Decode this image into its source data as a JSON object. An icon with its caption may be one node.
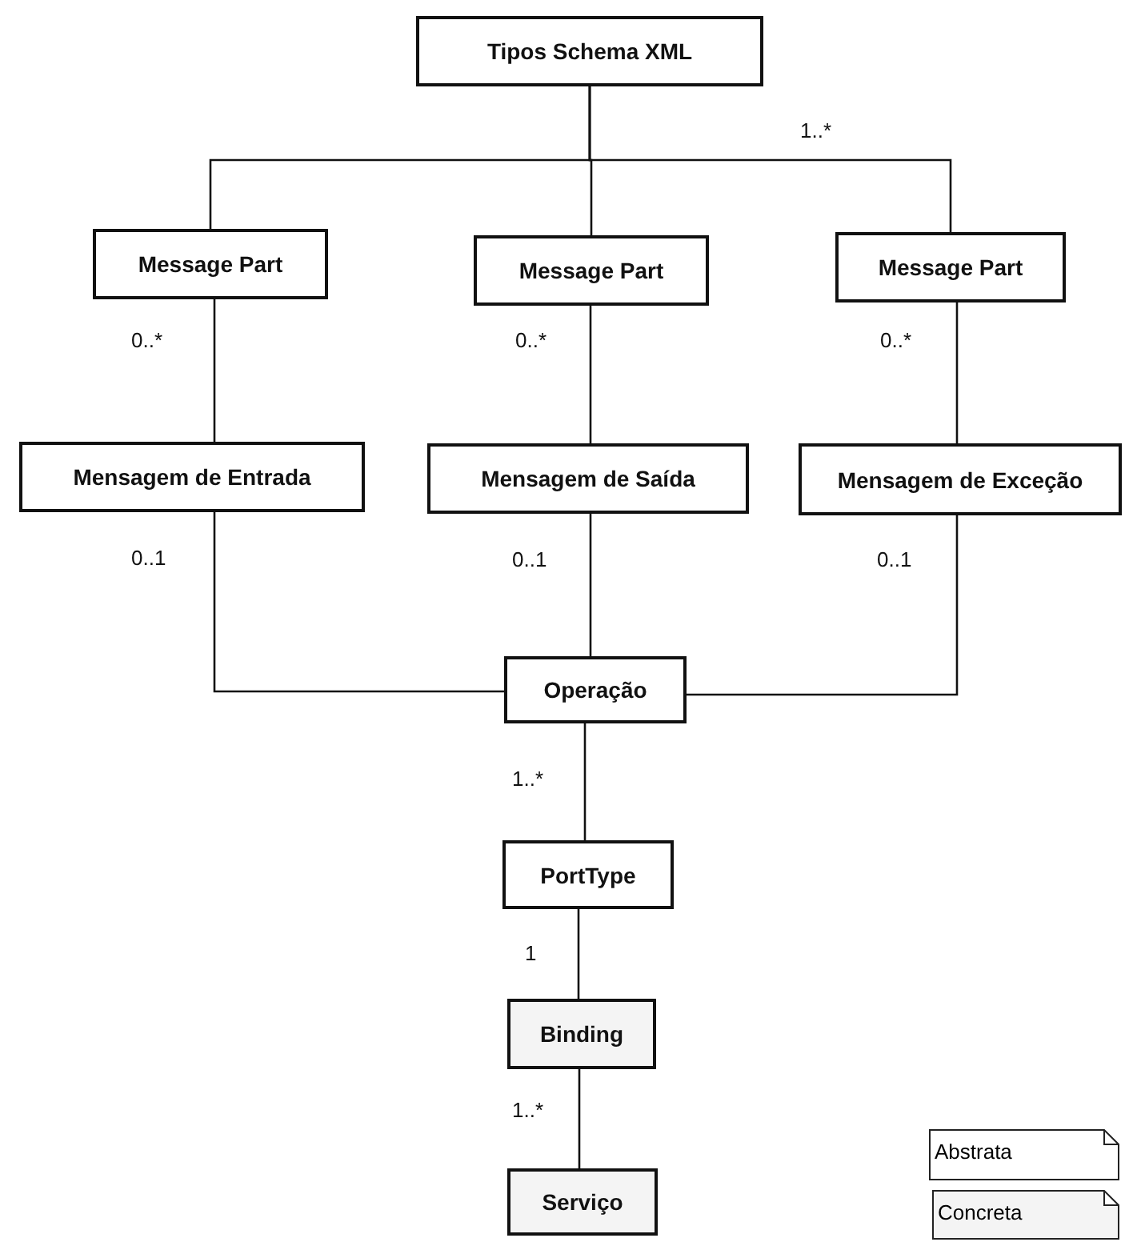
{
  "diagram": {
    "nodes": [
      {
        "text": [
          "Tipos Schema XML"
        ]
      },
      {
        "text": [
          "Message Part"
        ]
      },
      {
        "text": [
          "Message Part"
        ]
      },
      {
        "text": [
          "Message Part"
        ]
      },
      {
        "text": [
          "Mensagem de Entrada"
        ]
      },
      {
        "text": [
          "Mensagem de Saída"
        ]
      },
      {
        "text": [
          "Mensagem de Exceção"
        ]
      },
      {
        "text": [
          "Operação"
        ]
      },
      {
        "text": [
          "PortType"
        ]
      },
      {
        "text": [
          "Binding"
        ]
      },
      {
        "text": [
          "Serviço"
        ]
      }
    ],
    "edges": [
      {
        "from": 0,
        "to": 1,
        "arrow": "none"
      },
      {
        "from": 0,
        "to": 2,
        "arrow": "none"
      },
      {
        "from": 0,
        "to": 3,
        "arrow": "none",
        "label": "1..*"
      },
      {
        "from": 1,
        "to": 4,
        "arrow": "none",
        "label": "0..*"
      },
      {
        "from": 2,
        "to": 5,
        "arrow": "none",
        "label": "0..*"
      },
      {
        "from": 3,
        "to": 6,
        "arrow": "none",
        "label": "0..*"
      },
      {
        "from": 4,
        "to": 7,
        "arrow": "none",
        "label": "0..1"
      },
      {
        "from": 5,
        "to": 7,
        "arrow": "none",
        "label": "0..1"
      },
      {
        "from": 6,
        "to": 7,
        "arrow": "none",
        "label": "0..1"
      },
      {
        "from": 7,
        "to": 8,
        "arrow": "none",
        "label": "1..*"
      },
      {
        "from": 8,
        "to": 9,
        "arrow": "none",
        "label": "1"
      },
      {
        "from": 9,
        "to": 10,
        "arrow": "none",
        "label": "1..*"
      }
    ],
    "legend": [
      {
        "text": "Abstrata",
        "color": "#ffffff"
      },
      {
        "text": "Concreta",
        "color": "#f4f4f4"
      }
    ]
  }
}
